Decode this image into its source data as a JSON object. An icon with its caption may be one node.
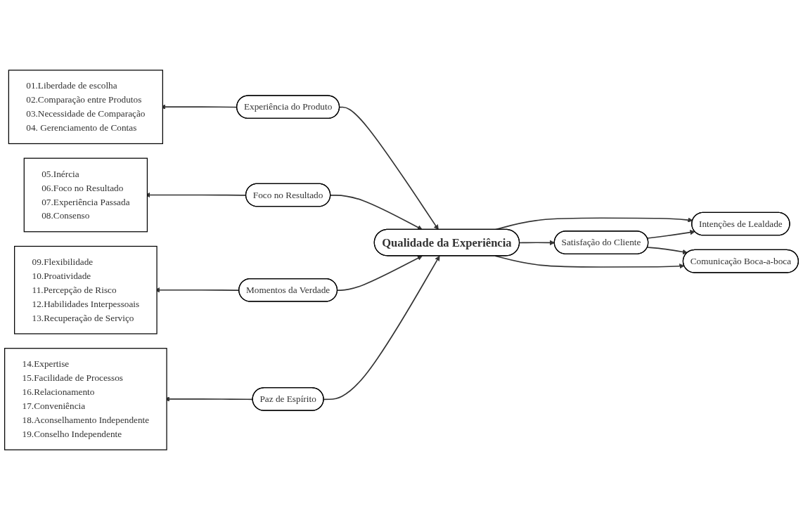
{
  "diagram": {
    "nodes": [
      {
        "text": [
          "01.Liberdade de escolha",
          "02.Comparação entre Produtos",
          "03.Necessidade de Comparação",
          "04. Gerenciamento de Contas"
        ]
      },
      {
        "text": [
          "Experiência do Produto"
        ]
      },
      {
        "text": [
          "05.Inércia",
          "06.Foco no Resultado",
          "07.Experiência Passada",
          "08.Consenso"
        ]
      },
      {
        "text": [
          "Foco no Resultado"
        ]
      },
      {
        "text": [
          "09.Flexibilidade",
          "10.Proatividade",
          "11.Percepção de Risco",
          "12.Habilidades Interpessoais",
          "13.Recuperação de Serviço"
        ]
      },
      {
        "text": [
          "Momentos da Verdade"
        ]
      },
      {
        "text": [
          "14.Expertise",
          "15.Facilidade de Processos",
          "16.Relacionamento",
          "17.Conveniência",
          "18.Aconselhamento Independente",
          "19.Conselho Independente"
        ]
      },
      {
        "text": [
          "Paz de Espírito"
        ]
      },
      {
        "text": [
          "Qualidade da Experiência"
        ]
      },
      {
        "text": [
          "Intenções de Lealdade"
        ]
      },
      {
        "text": [
          "Satisfação do Cliente"
        ]
      },
      {
        "text": [
          "Comunicação Boca-a-boca"
        ]
      }
    ],
    "edges": [
      {
        "from": 1,
        "to": 0,
        "arrow": "to"
      },
      {
        "from": 3,
        "to": 2,
        "arrow": "to"
      },
      {
        "from": 5,
        "to": 4,
        "arrow": "to"
      },
      {
        "from": 7,
        "to": 6,
        "arrow": "to"
      },
      {
        "from": 1,
        "to": 8,
        "arrow": "to"
      },
      {
        "from": 3,
        "to": 8,
        "arrow": "to"
      },
      {
        "from": 5,
        "to": 8,
        "arrow": "to"
      },
      {
        "from": 7,
        "to": 8,
        "arrow": "to"
      },
      {
        "from": 8,
        "to": 9,
        "arrow": "to"
      },
      {
        "from": 8,
        "to": 10,
        "arrow": "to"
      },
      {
        "from": 8,
        "to": 11,
        "arrow": "to"
      },
      {
        "from": 10,
        "to": 9,
        "arrow": "to"
      },
      {
        "from": 10,
        "to": 11,
        "arrow": "to"
      }
    ]
  }
}
